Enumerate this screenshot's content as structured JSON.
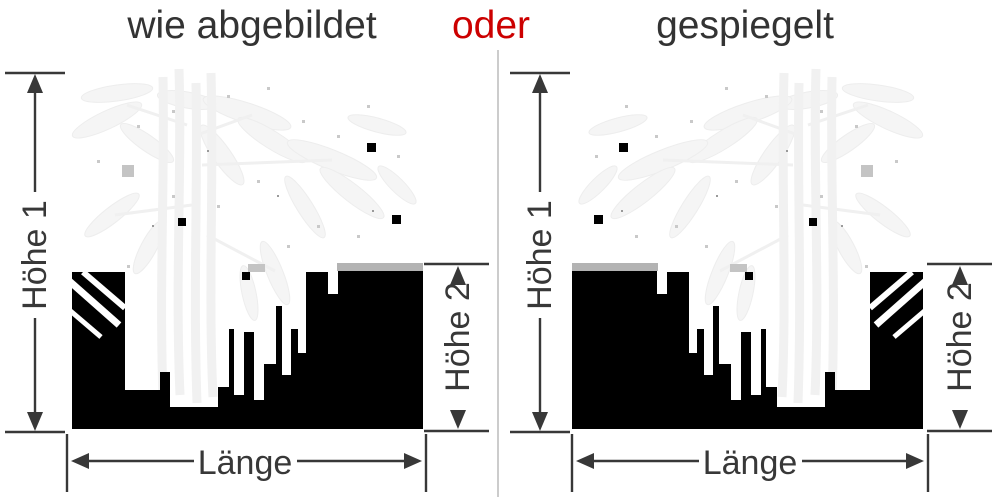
{
  "options": {
    "left_label": "wie abgebildet",
    "connector": "oder",
    "right_label": "gespiegelt"
  },
  "figures": [
    {
      "name": "wie abgebildet",
      "mirrored": false,
      "height1": "Höhe 1",
      "height2": "Höhe 2",
      "length": "Länge"
    },
    {
      "name": "gespiegelt",
      "mirrored": true,
      "height1": "Höhe 1",
      "height2": "Höhe 2",
      "length": "Länge"
    }
  ],
  "colors": {
    "text": "#333333",
    "accent_red": "#cc0000",
    "dimension_line": "#383838",
    "silhouette": "#000000",
    "gray_strip": "#b3b3b3",
    "divider": "#cccccc",
    "background": "#ffffff"
  },
  "icons": {
    "arrow_up": "arrowhead-up-icon",
    "arrow_down": "arrowhead-down-icon",
    "arrow_left": "arrowhead-left-icon",
    "arrow_right": "arrowhead-right-icon"
  }
}
